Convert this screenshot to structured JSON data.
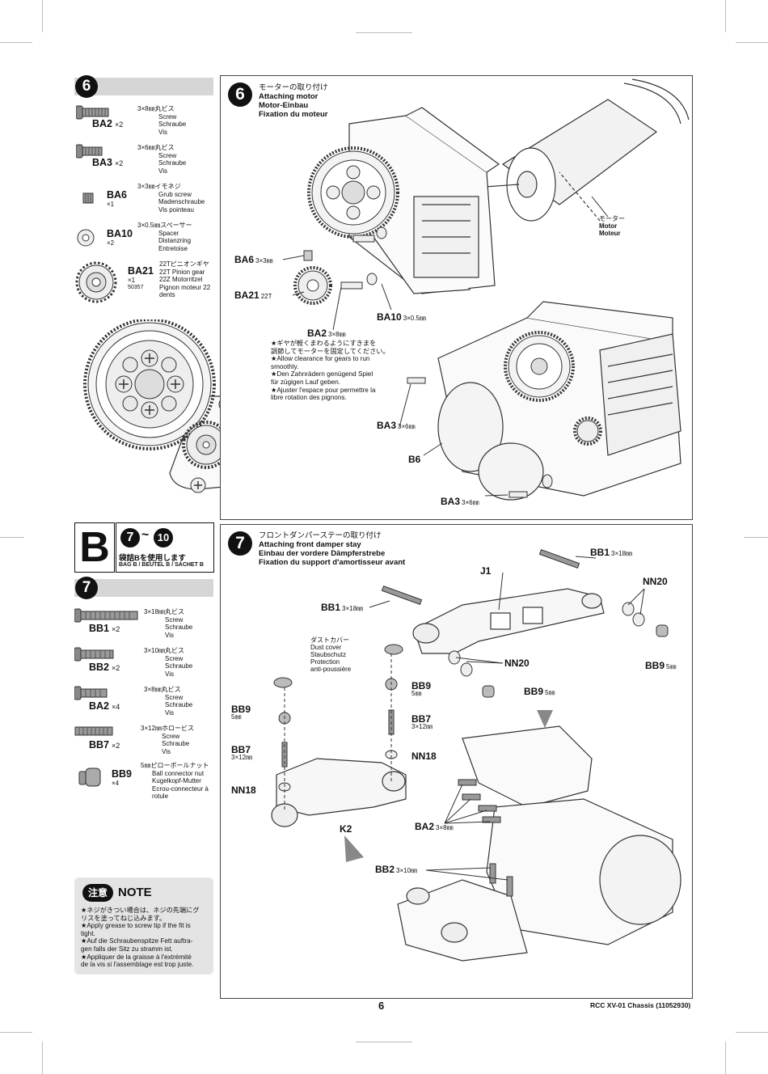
{
  "page": {
    "number": "6",
    "footer": "RCC XV-01 Chassis (11052930)"
  },
  "step6_sidebar": {
    "step": "6",
    "parts": [
      {
        "code": "BA2",
        "qty": "×2",
        "size": "3×8㎜丸ビス",
        "lines": [
          "Screw",
          "Schraube",
          "Vis"
        ]
      },
      {
        "code": "BA3",
        "qty": "×2",
        "size": "3×6㎜丸ビス",
        "lines": [
          "Screw",
          "Schraube",
          "Vis"
        ]
      },
      {
        "code": "BA6",
        "qty": "×1",
        "size": "3×3㎜イモネジ",
        "lines": [
          "Grub screw",
          "Madenschraube",
          "Vis pointeau"
        ]
      },
      {
        "code": "BA10",
        "qty": "×2",
        "size": "3×0.5㎜スペーサー",
        "lines": [
          "Spacer",
          "Distanzring",
          "Entretoise"
        ]
      },
      {
        "code": "BA21",
        "qty": "×1",
        "extra": "50357",
        "size": "22Tピニオンギヤ",
        "lines": [
          "22T Pinion gear",
          "22Z Motorritzel",
          "Pignon moteur 22",
          "dents"
        ]
      }
    ]
  },
  "step6_panel": {
    "step": "6",
    "title_jp": "モーターの取り付け",
    "title_en": "Attaching motor",
    "title_de": "Motor-Einbau",
    "title_fr": "Fixation du moteur",
    "labels": {
      "motor_jp": "モーター",
      "motor_en": "Motor",
      "motor_fr": "Moteur",
      "ba6": "BA6",
      "ba6_size": "3×3㎜",
      "ba21": "BA21",
      "ba21_size": "22T",
      "ba10": "BA10",
      "ba10_size": "3×0.5㎜",
      "ba2": "BA2",
      "ba2_size": "3×8㎜",
      "ba3a": "BA3",
      "ba3a_size": "3×6㎜",
      "b6": "B6",
      "ba3b": "BA3",
      "ba3b_size": "3×6㎜"
    },
    "notes": [
      "★ギヤが軽くまわるようにすきまを",
      "調節してモーターを固定してください。",
      "★Allow clearance for gears to run",
      "smoothly.",
      "★Den Zahnrädern genügend Spiel",
      "für zügigen Lauf geben.",
      "★Ajuster l'espace pour permettre la",
      "libre rotation des pignons."
    ]
  },
  "bag_b": {
    "letter": "B",
    "range_from": "7",
    "range_sep": "~",
    "range_to": "10",
    "text_jp": "袋詰Bを使用します",
    "text_en": "BAG B / BEUTEL B / SACHET B"
  },
  "step7_sidebar": {
    "step": "7",
    "parts": [
      {
        "code": "BB1",
        "qty": "×2",
        "size": "3×18㎜丸ビス",
        "lines": [
          "Screw",
          "Schraube",
          "Vis"
        ]
      },
      {
        "code": "BB2",
        "qty": "×2",
        "size": "3×10㎜丸ビス",
        "lines": [
          "Screw",
          "Schraube",
          "Vis"
        ]
      },
      {
        "code": "BA2",
        "qty": "×4",
        "size": "3×8㎜丸ビス",
        "lines": [
          "Screw",
          "Schraube",
          "Vis"
        ]
      },
      {
        "code": "BB7",
        "qty": "×2",
        "size": "3×12㎜ホロービス",
        "lines": [
          "Screw",
          "Schraube",
          "Vis"
        ]
      },
      {
        "code": "BB9",
        "qty": "×4",
        "size": "5㎜ピローボールナット",
        "lines": [
          "Ball connector nut",
          "Kugelkopf-Mutter",
          "Ecrou-connecteur à",
          "rotule"
        ]
      }
    ]
  },
  "note_box": {
    "badge": "注意",
    "title": "NOTE",
    "lines": [
      "★ネジがきつい場合は、ネジの先端にグ",
      "リスを塗ってねじ込みます。",
      "★Apply grease to screw tip if the fit is",
      "tight.",
      "★Auf die Schraubenspitze Fett auftra-",
      "gen falls der Sitz zu stramm ist.",
      "★Appliquer de la graisse à l'extrémité",
      "de la vis si l'assemblage est trop juste."
    ]
  },
  "step7_panel": {
    "step": "7",
    "title_jp": "フロントダンパーステーの取り付け",
    "title_en": "Attaching front damper stay",
    "title_de": "Einbau der vordere Dämpferstrebe",
    "title_fr": "Fixation du support d'amortisseur avant",
    "dust_cover": [
      "ダストカバー",
      "Dust cover",
      "Staubschutz",
      "Protection",
      "anti-poussière"
    ],
    "labels": {
      "bb1a": "BB1",
      "bb1a_size": "3×18㎜",
      "j1": "J1",
      "nn20a": "NN20",
      "bb1b": "BB1",
      "bb1b_size": "3×18㎜",
      "nn20b": "NN20",
      "bb9a": "BB9",
      "bb9a_size": "5㎜",
      "bb9b": "BB9",
      "bb9b_size": "5㎜",
      "bb9c": "BB9",
      "bb9c_size": "5㎜",
      "bb9d": "BB9",
      "bb9d_size": "5㎜",
      "bb7a": "BB7",
      "bb7a_size": "3×12㎜",
      "bb7b": "BB7",
      "bb7b_size": "3×12㎜",
      "nn18a": "NN18",
      "nn18b": "NN18",
      "k2": "K2",
      "ba2": "BA2",
      "ba2_size": "3×8㎜",
      "bb2": "BB2",
      "bb2_size": "3×10㎜"
    }
  }
}
